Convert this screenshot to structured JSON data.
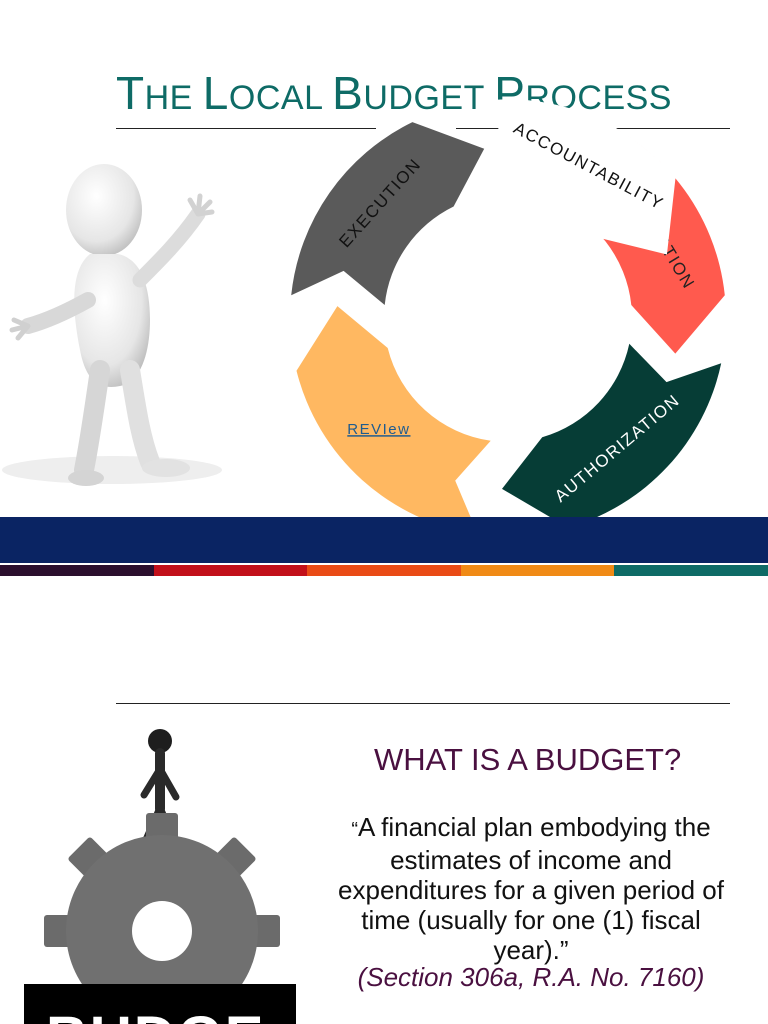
{
  "slide1": {
    "title": [
      {
        "cap": "T",
        "rest": "HE "
      },
      {
        "cap": "L",
        "rest": "OCAL "
      },
      {
        "cap": "B",
        "rest": "UDGET "
      },
      {
        "cap": "P",
        "rest": "ROCESS"
      }
    ],
    "cycle": [
      {
        "label": "PREPARATION",
        "color": "#ff5a4e",
        "text_color": "#222222"
      },
      {
        "label": "AUTHORIZATION",
        "color": "#063d36",
        "text_color": "#ffffff"
      },
      {
        "label": "REVIew",
        "color": "#ffb861",
        "text_color": "#1f5c8f"
      },
      {
        "label": "EXECUTION",
        "color": "#5a5a5a",
        "text_color": "#111111"
      },
      {
        "label": "ACCOUNTABILITY",
        "color": "#ffffff",
        "text_color": "#111111"
      }
    ],
    "band_color": "#0a2463",
    "stripe_colors": [
      "#2b0f2e",
      "#c2101a",
      "#e94b16",
      "#f08a16",
      "#0e6b66"
    ]
  },
  "slide2": {
    "heading": "WHAT IS A BUDGET?",
    "open_quote": "“",
    "definition": "A financial plan embodying the  estimates of income and  expenditures for a given period of  time (usually for one (1) fiscal  year).”",
    "citation": "(Section 306a, R.A. No. 7160)",
    "logo_text": "BUDGE"
  }
}
